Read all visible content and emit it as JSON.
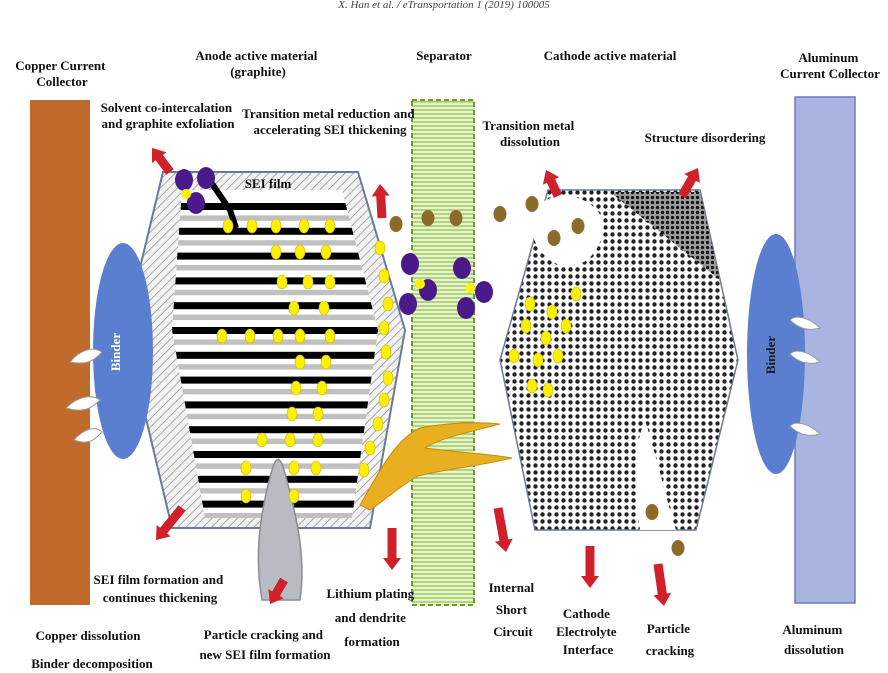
{
  "header": "X. Han et al. / eTransportation 1 (2019) 100005",
  "labels": {
    "copper_collector": [
      "Copper Current",
      "Collector"
    ],
    "anode_material": [
      "Anode active material",
      "(graphite)"
    ],
    "separator": [
      "Separator"
    ],
    "cathode_material": [
      "Cathode active material"
    ],
    "aluminum_collector": [
      "Aluminum",
      "Current Collector"
    ],
    "solvent_cointercalation": [
      "Solvent co-intercalation",
      "and graphite exfoliation"
    ],
    "tm_reduction": [
      "Transition metal reduction and",
      "accelerating SEI thickening"
    ],
    "tm_dissolution": [
      "Transition metal",
      "dissolution"
    ],
    "structure_disordering": [
      "Structure disordering"
    ],
    "sei_film": [
      "SEI film"
    ],
    "sei_formation": [
      "SEI film formation and",
      "continues thickening"
    ],
    "copper_dissolution": [
      "Copper dissolution"
    ],
    "binder_decomposition": [
      "Binder decomposition"
    ],
    "particle_cracking_anode": [
      "Particle cracking and",
      "new SEI film formation"
    ],
    "lithium_plating": [
      "Lithium plating",
      "and dendrite",
      "formation"
    ],
    "internal_short": [
      "Internal",
      "Short",
      "Circuit"
    ],
    "cei": [
      "Cathode",
      "Electrolyte",
      "Interface"
    ],
    "particle_cracking_cathode": [
      "Particle",
      "cracking"
    ],
    "aluminum_dissolution": [
      "Aluminum",
      "dissolution"
    ]
  },
  "binder_label": "Binder",
  "colors": {
    "copper": "#c06a2c",
    "aluminum": "#aab4e0",
    "binder": "#5a7fd0",
    "separator": "#d8ecb8",
    "separator_line": "#7aaa3a",
    "graphite_dark": "#000000",
    "graphite_light": "#c0c0c0",
    "lithium": "#fff000",
    "tm_ion": "#4a1a8a",
    "tm_brown": "#8b6a2a",
    "arrow": "#d0202a",
    "dendrite": "#e8b020",
    "cathode_dot": "#222222"
  },
  "icons": [
    "arrow-icon",
    "lithium-ion-icon",
    "transition-metal-ion-icon"
  ]
}
